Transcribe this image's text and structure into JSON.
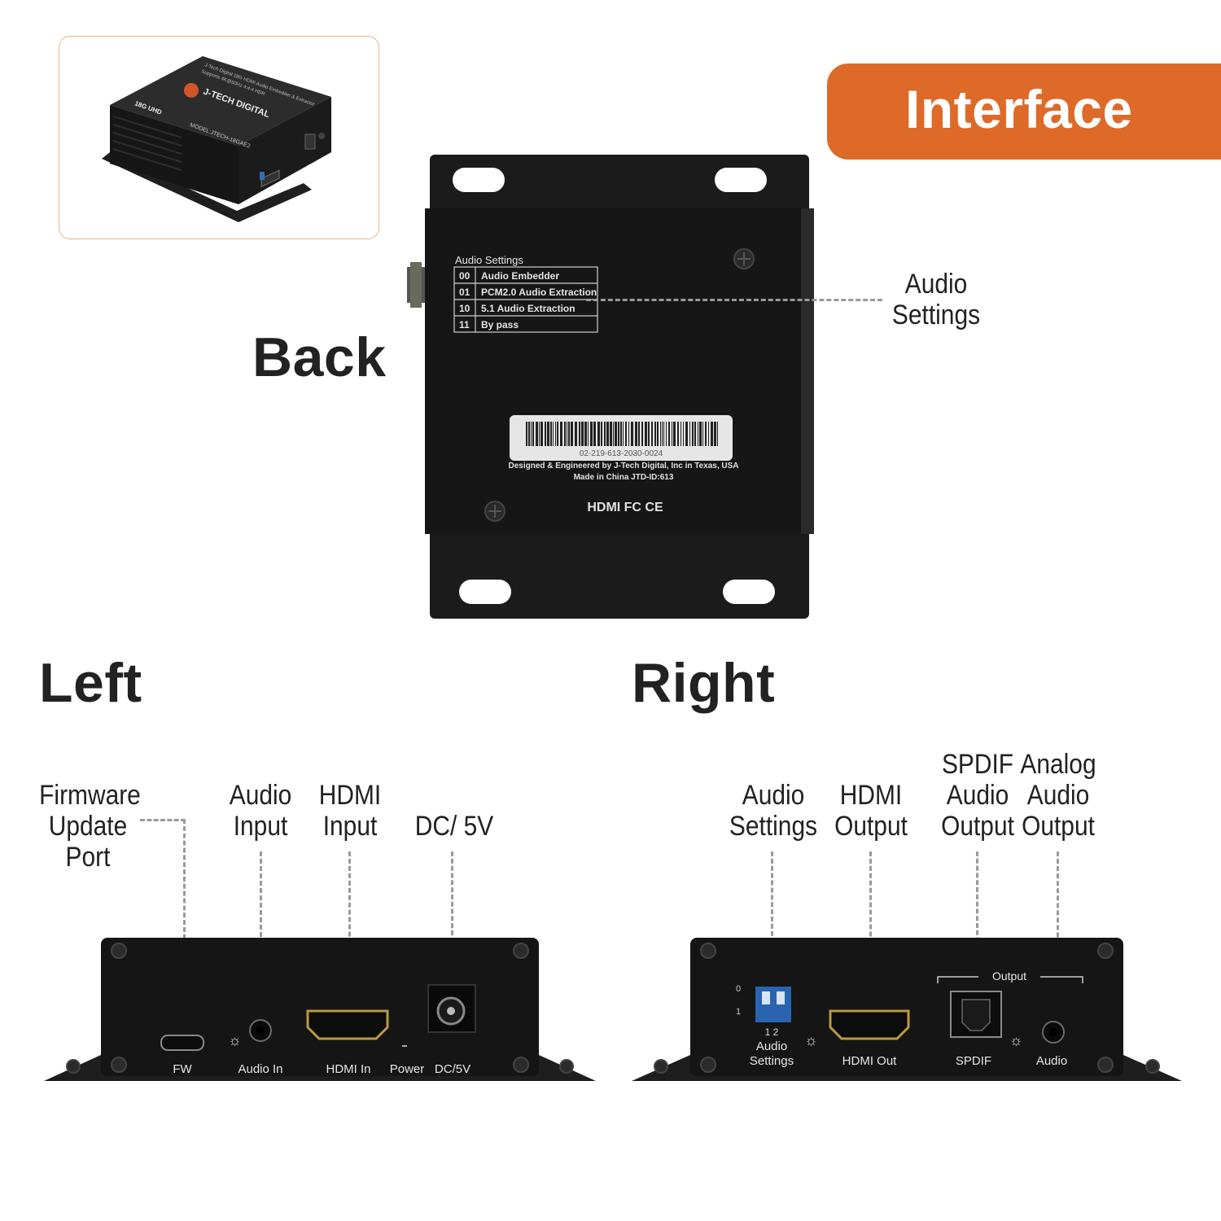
{
  "badge": {
    "title": "Interface",
    "color": "#de6a29"
  },
  "headings": {
    "back": "Back",
    "left": "Left",
    "right": "Right"
  },
  "back_panel": {
    "callout": [
      "Audio",
      "Settings"
    ],
    "table_title": "Audio Settings",
    "table_rows": [
      {
        "code": "00",
        "mode": "Audio Embedder"
      },
      {
        "code": "01",
        "mode": "PCM2.0 Audio Extraction"
      },
      {
        "code": "10",
        "mode": "5.1 Audio Extraction"
      },
      {
        "code": "11",
        "mode": "By pass"
      }
    ],
    "serial": "02-219-613-2030-0024",
    "designed_line": "Designed & Engineered by J-Tech Digital, Inc in Texas, USA",
    "made_line": "Made in China    JTD-ID:613",
    "logos": "HDMI FC CE"
  },
  "product_thumbnail": {
    "brand": "J-TECH DIGITAL",
    "model": "MODEL:JTECH-18GAE2",
    "tagline": "J-Tech Digital 18G HDMI Audio Embedder & Extractor",
    "tagline2": "Supports 4K@60Hz 4:4:4 HDR",
    "badge": "18G UHD"
  },
  "left_panel": {
    "callouts": {
      "firmware": [
        "Firmware",
        "Update",
        "Port"
      ],
      "audio_input": [
        "Audio",
        "Input"
      ],
      "hdmi_input": [
        "HDMI",
        "Input"
      ],
      "dc": [
        "DC/ 5V"
      ]
    },
    "port_labels": {
      "fw": "FW",
      "audio_in": "Audio In",
      "hdmi_in": "HDMI In",
      "power": "Power",
      "dc": "DC/5V"
    }
  },
  "right_panel": {
    "callouts": {
      "audio_settings": [
        "Audio",
        "Settings"
      ],
      "hdmi_output": [
        "HDMI",
        "Output"
      ],
      "spdif": [
        "SPDIF",
        "Audio",
        "Output"
      ],
      "analog": [
        "Analog",
        "Audio",
        "Output"
      ]
    },
    "port_labels": {
      "dip_nums": "1  2",
      "dip_zero": "0",
      "dip_one": "1",
      "audio_settings": [
        "Audio",
        "Settings"
      ],
      "hdmi_out": "HDMI Out",
      "output_group": "Output",
      "spdif": "SPDIF",
      "audio": "Audio"
    }
  }
}
